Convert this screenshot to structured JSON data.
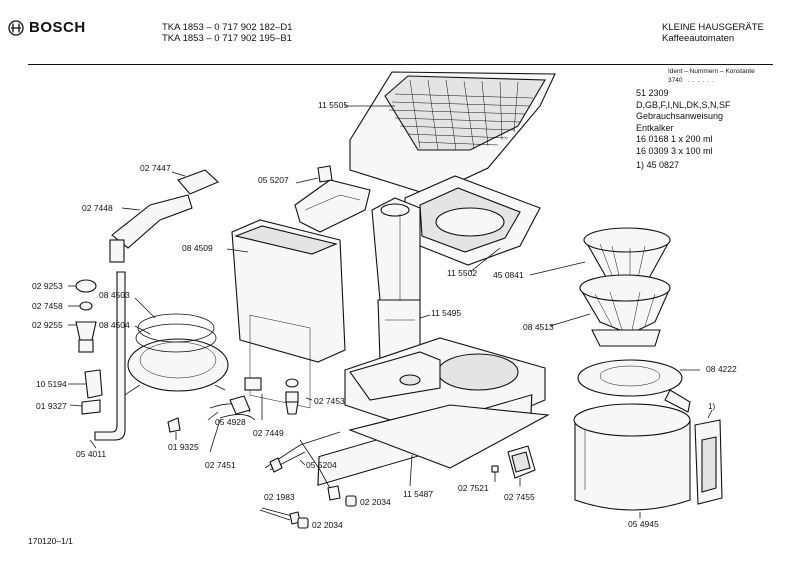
{
  "header": {
    "brand": "BOSCH",
    "model_line_1": "TKA 1853 – 0 717 902 182–D1",
    "model_line_2": "TKA 1853 – 0 717 902 195–B1",
    "category_line_1": "KLEINE HAUSGERÄTE",
    "category_line_2": "Kaffeeautomaten"
  },
  "ident": {
    "heading": "Ident – Nummern – Konstante",
    "value": "3740"
  },
  "info": [
    "51 2309",
    "D,GB,F,I,NL,DK,S,N,SF",
    "Gebrauchsanweisung",
    "Entkalker",
    "16 0168    1 x 200 ml",
    "16 0309    3 x 100 ml",
    "1) 45 0827"
  ],
  "footnote_marker": "1)",
  "footer": "170120–1/1",
  "labels": {
    "l115505": "11 5505",
    "l027447": "02 7447",
    "l055207": "05 5207",
    "l027448": "02 7448",
    "l084509": "08 4509",
    "l115502": "11 5502",
    "l450841": "45 0841",
    "l029253": "02 9253",
    "l027458": "02 7458",
    "l084503": "08 4503",
    "l029255": "02 9255",
    "l084504": "08 4504",
    "l115495": "11 5495",
    "l084513": "08 4513",
    "l084222": "08 4222",
    "l105194": "10 5194",
    "l019327": "01 9327",
    "l027453": "02 7453",
    "l054928": "05 4928",
    "l027449": "02 7449",
    "l019325": "01 9325",
    "l054011": "05 4011",
    "l027451": "02 7451",
    "l055204": "05 5204",
    "l021983": "02 1983",
    "l022034a": "02 2034",
    "l115487": "11 5487",
    "l027521": "02 7521",
    "l027455": "02 7455",
    "l054945": "05 4945",
    "l022034b": "02 2034"
  }
}
